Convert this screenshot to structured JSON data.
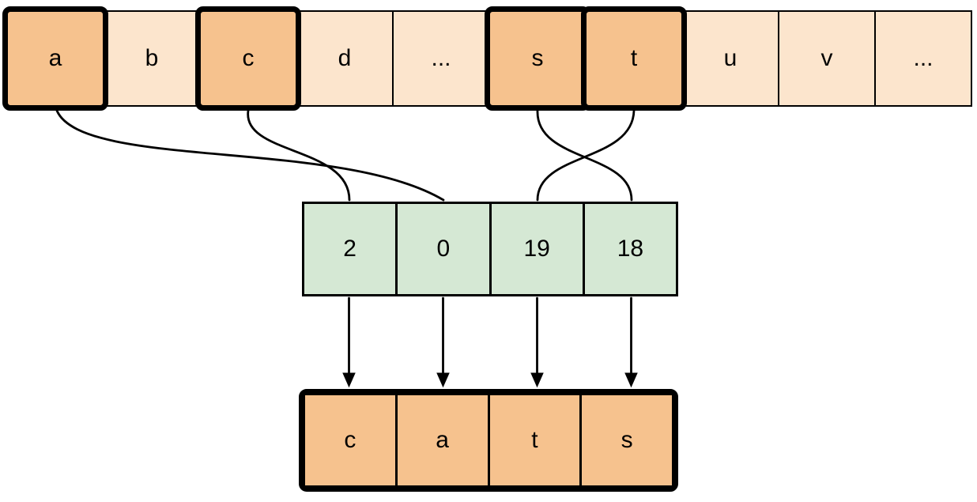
{
  "alphabet_row": {
    "cells": [
      {
        "label": "a",
        "highlighted": true
      },
      {
        "label": "b",
        "highlighted": false
      },
      {
        "label": "c",
        "highlighted": true
      },
      {
        "label": "d",
        "highlighted": false
      },
      {
        "label": "...",
        "highlighted": false
      },
      {
        "label": "s",
        "highlighted": true
      },
      {
        "label": "t",
        "highlighted": true
      },
      {
        "label": "u",
        "highlighted": false
      },
      {
        "label": "v",
        "highlighted": false
      },
      {
        "label": "...",
        "highlighted": false
      }
    ]
  },
  "index_row": {
    "cells": [
      {
        "label": "2"
      },
      {
        "label": "0"
      },
      {
        "label": "19"
      },
      {
        "label": "18"
      }
    ]
  },
  "word_row": {
    "cells": [
      {
        "label": "c"
      },
      {
        "label": "a"
      },
      {
        "label": "t"
      },
      {
        "label": "s"
      }
    ]
  },
  "connections": [
    {
      "from_letter": "a",
      "to_index": "0"
    },
    {
      "from_letter": "c",
      "to_index": "2"
    },
    {
      "from_letter": "s",
      "to_index": "18"
    },
    {
      "from_letter": "t",
      "to_index": "19"
    }
  ],
  "colors": {
    "cell_light_orange": "#FCE5CD",
    "cell_dark_orange": "#F6C28E",
    "cell_green": "#D5E8D4",
    "line_black": "#000000"
  }
}
